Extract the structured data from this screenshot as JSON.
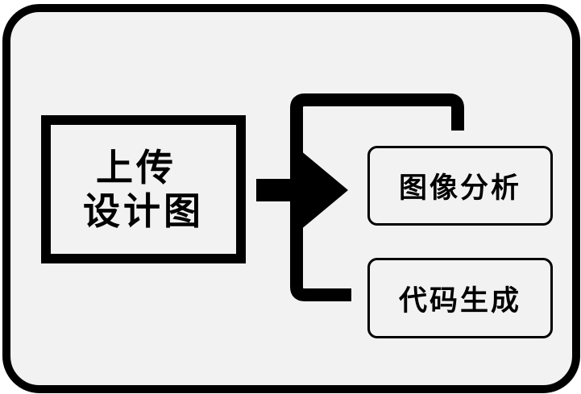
{
  "diagram": {
    "source": {
      "line1": "上传",
      "line2": "设计图"
    },
    "targets": [
      {
        "label": "图像分析"
      },
      {
        "label": "代码生成"
      }
    ]
  }
}
